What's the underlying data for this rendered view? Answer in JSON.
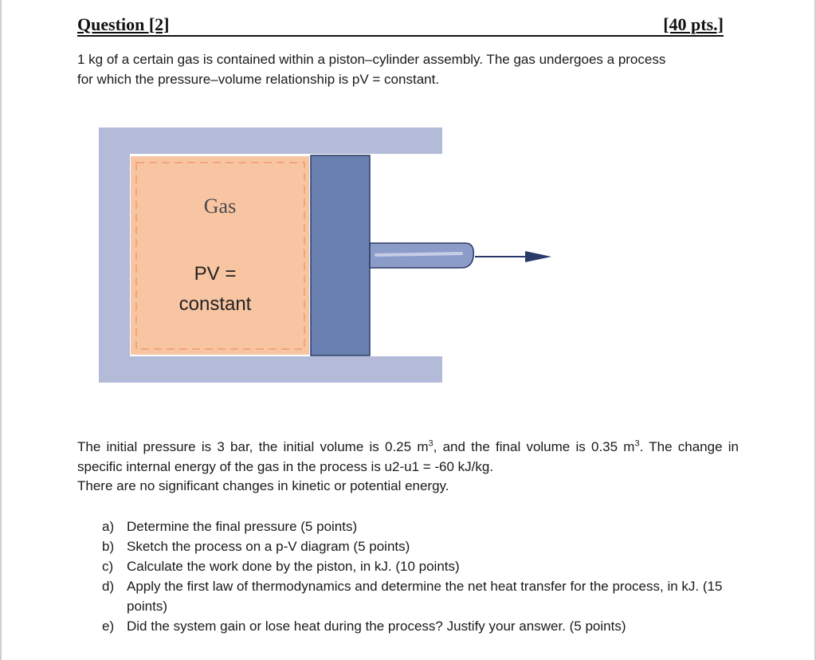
{
  "header": {
    "title": "Question [2]",
    "points": "[40 pts.]"
  },
  "intro": [
    "1 kg of a certain gas is contained within a piston–cylinder assembly. The gas undergoes a process",
    "for which the pressure–volume relationship is pV = constant."
  ],
  "figure": {
    "gas_label": "Gas",
    "relation_line1": "PV =",
    "relation_line2": "constant",
    "colors": {
      "cylinder": "#b3bbd9",
      "gas": "#f8c5a3",
      "piston": "#6a80b1",
      "dash": "#f0a678",
      "arrow": "#2a3a6a"
    }
  },
  "given": {
    "a": "The initial pressure is 3 bar, the initial volume is 0.25 m",
    "b": ", and the final volume is 0.35 m",
    "c": ". The change in specific internal energy of the gas in the process is u2-u1 = -60 kJ/kg.",
    "sup": "3"
  },
  "note": "There are no significant changes in kinetic or potential energy.",
  "questions": [
    {
      "label": "a)",
      "text": "Determine the final pressure (5 points)"
    },
    {
      "label": "b)",
      "text": "Sketch the process on a p-V diagram (5 points)"
    },
    {
      "label": "c)",
      "text": "Calculate the work done by the piston, in kJ.  (10 points)"
    },
    {
      "label": "d)",
      "text": "Apply the first law of thermodynamics and determine the net heat transfer for the process, in kJ. (15 points)"
    },
    {
      "label": "e)",
      "text": "Did the system gain or lose heat during the process? Justify your answer. (5 points)"
    }
  ]
}
